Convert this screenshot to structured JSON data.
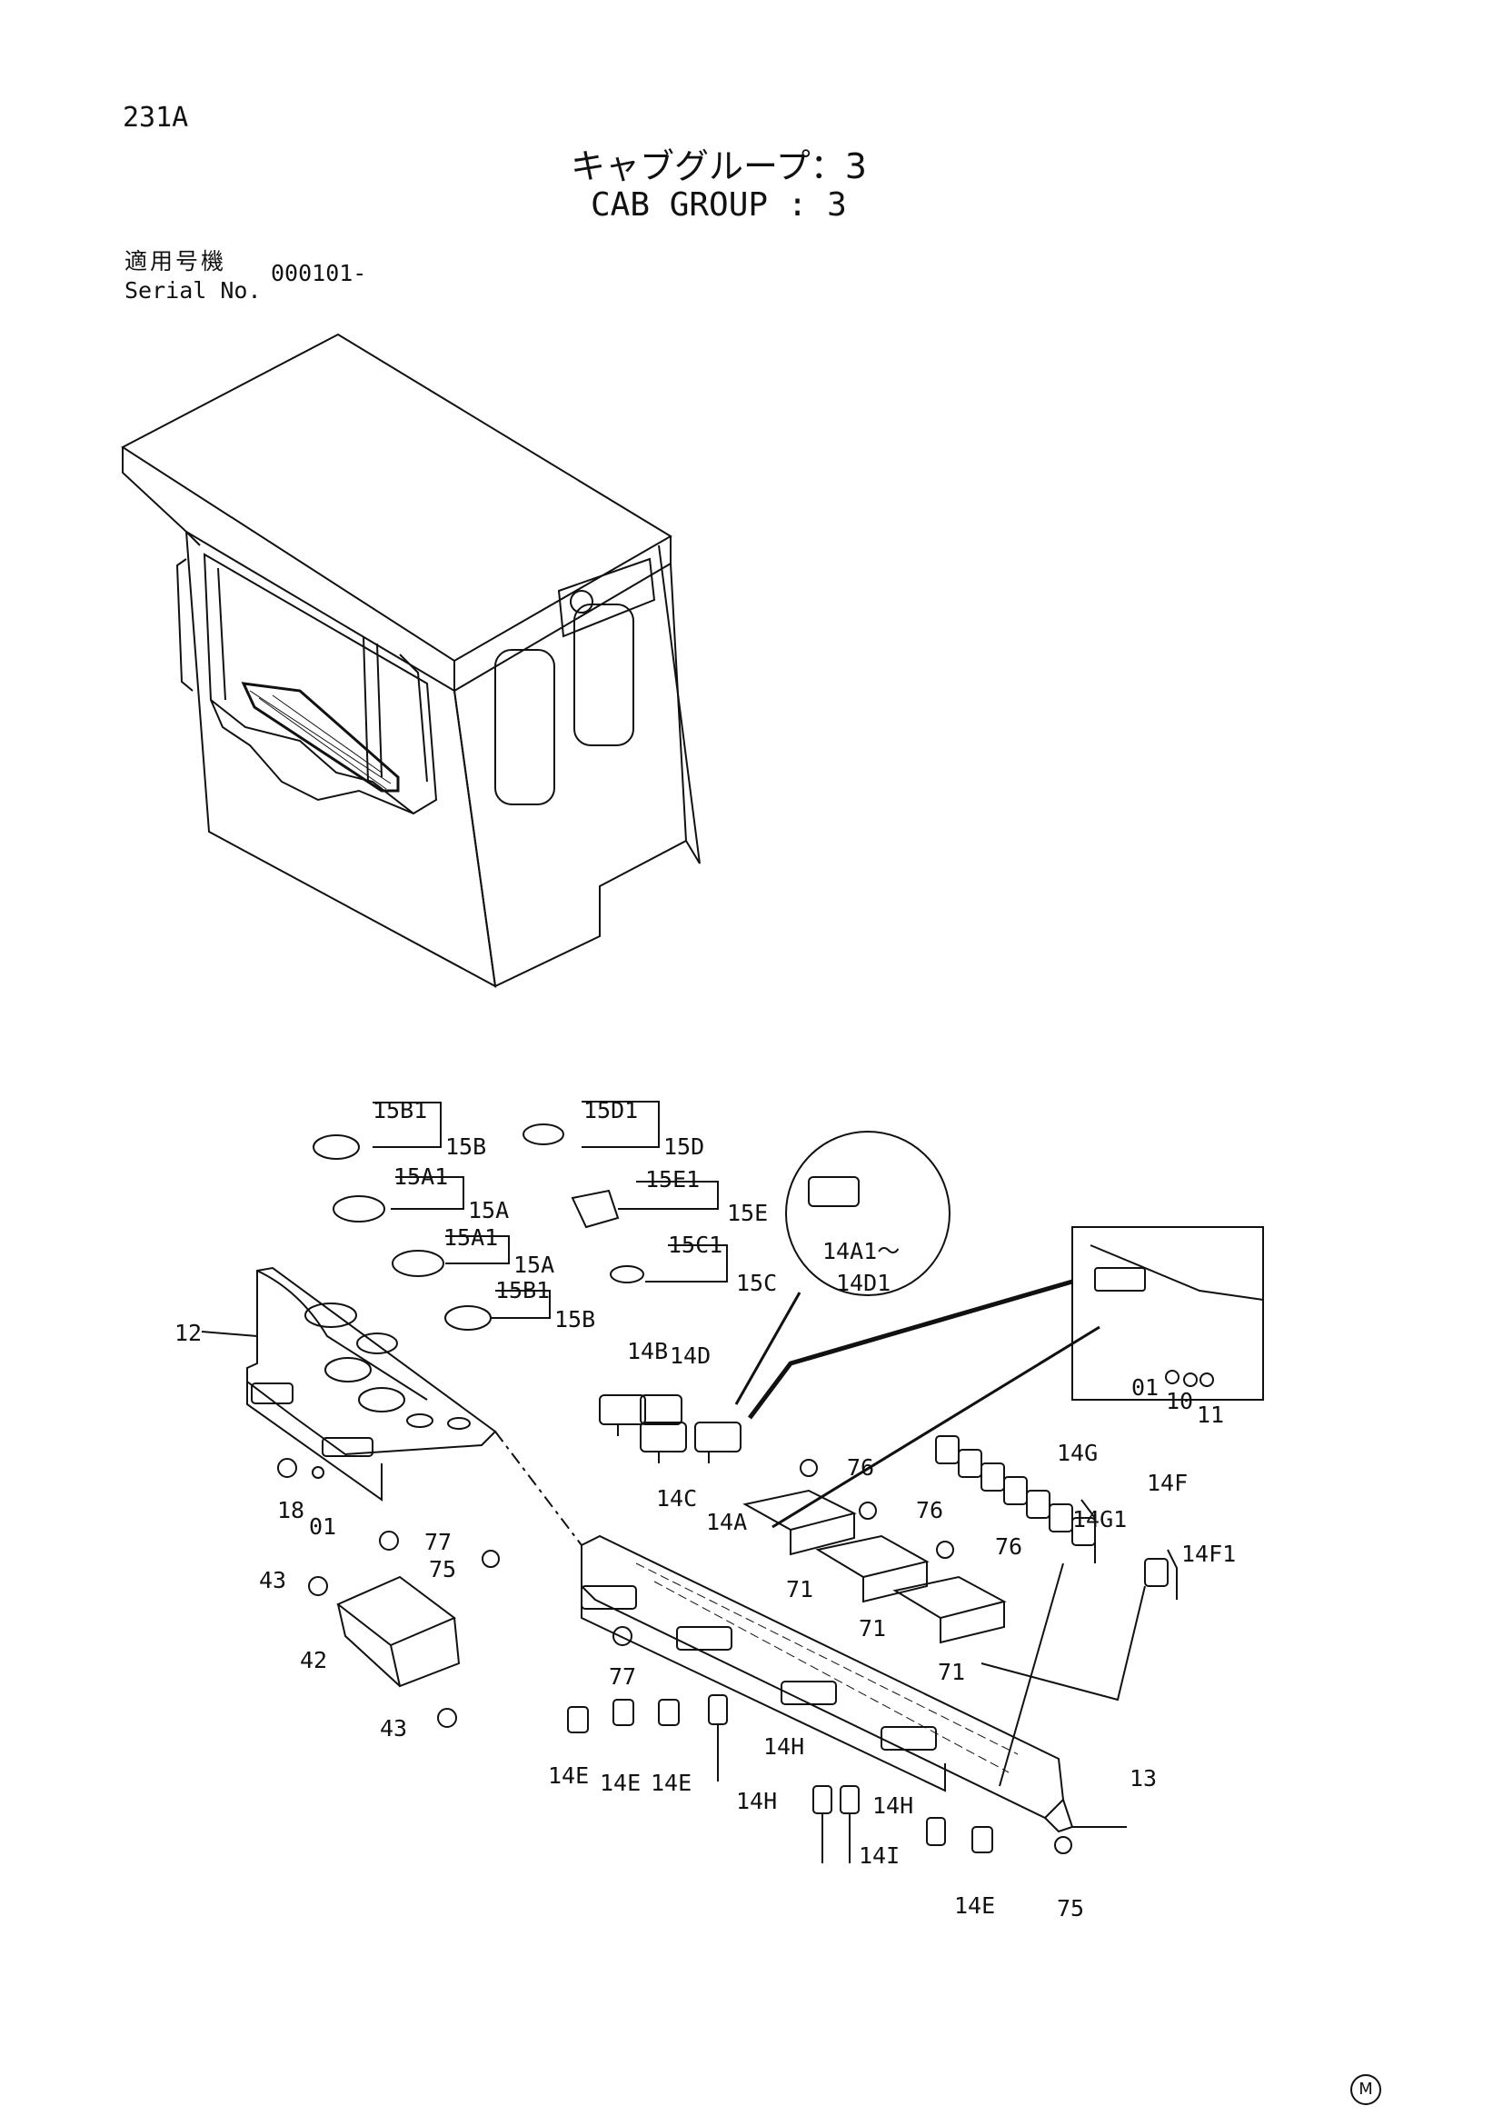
{
  "header": {
    "page_id": "231A",
    "title_jp": "キャブグループ：3",
    "title_en": "CAB GROUP : 3"
  },
  "serial": {
    "label_jp": "適用号機",
    "label_en": "Serial No.",
    "value": "000101-"
  },
  "callouts": {
    "c15B1a": "15B1",
    "c15Ba": "15B",
    "c15D1": "15D1",
    "c15D": "15D",
    "c15A1a": "15A1",
    "c15Aa": "15A",
    "c15E1": "15E1",
    "c15E": "15E",
    "c15A1b": "15A1",
    "c15Ab": "15A",
    "c15C1": "15C1",
    "c15C": "15C",
    "c15B1b": "15B1",
    "c15Bb": "15B",
    "c14A1": "14A1～",
    "c14D1": "14D1",
    "c12": "12",
    "c14B": "14B",
    "c14D": "14D",
    "c14C": "14C",
    "c14A": "14A",
    "c01a": "01",
    "c10": "10",
    "c11": "11",
    "c76a": "76",
    "c76b": "76",
    "c76c": "76",
    "c14G": "14G",
    "c14G1": "14G1",
    "c14F": "14F",
    "c14F1": "14F1",
    "c18": "18",
    "c01b": "01",
    "c77a": "77",
    "c75a": "75",
    "c43a": "43",
    "c42": "42",
    "c43b": "43",
    "c71a": "71",
    "c71b": "71",
    "c71c": "71",
    "c77b": "77",
    "c14Ea": "14E",
    "c14Eb": "14E",
    "c14Ec": "14E",
    "c14Ha": "14H",
    "c14Hb": "14H",
    "c14Hc": "14H",
    "c14I": "14I",
    "c14Ed": "14E",
    "c13": "13",
    "c75b": "75"
  },
  "footer": {
    "mark": "M"
  }
}
